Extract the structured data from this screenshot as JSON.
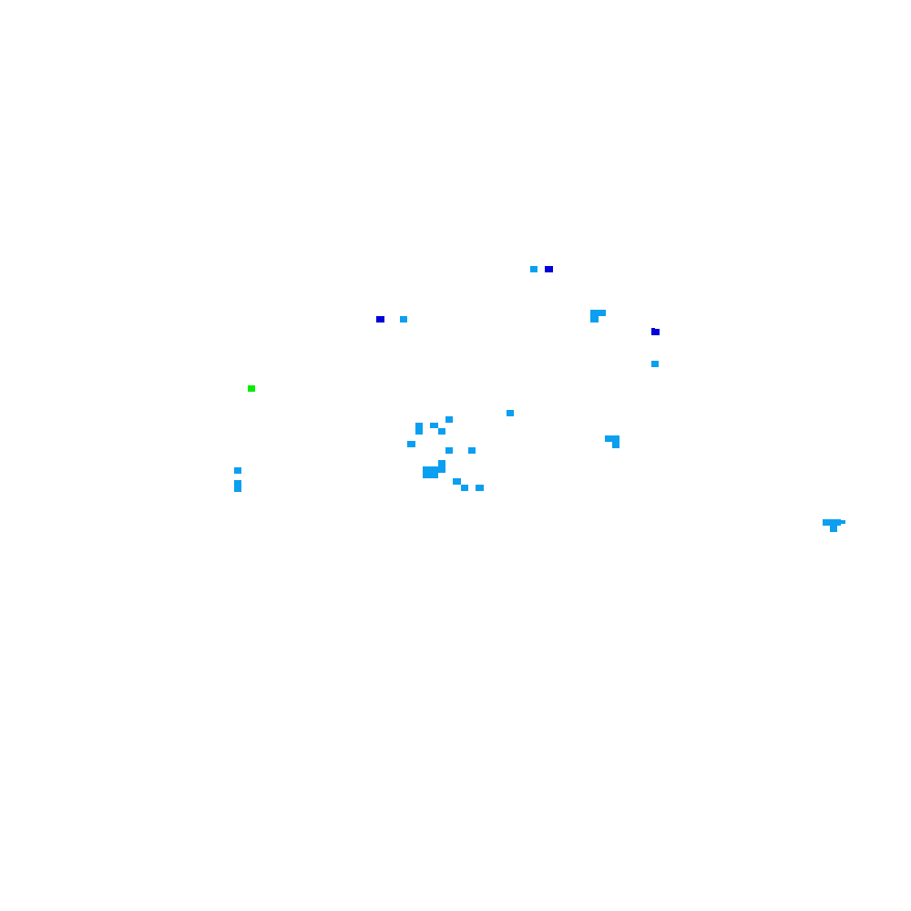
{
  "palette": {
    "background": "#ffffff",
    "light_blue": "#0a9ff0",
    "dark_blue": "#0000d8",
    "blue": "#0a0af0",
    "green": "#00ee00"
  },
  "marks": [
    {
      "name": "cell-light-blue",
      "color": "light_blue"
    },
    {
      "name": "cell-dark-blue",
      "color": "dark_blue"
    },
    {
      "name": "cell-dark-blue",
      "color": "dark_blue"
    },
    {
      "name": "cell-light-blue",
      "color": "light_blue"
    },
    {
      "name": "cell-light-blue",
      "color": "light_blue"
    },
    {
      "name": "cell-light-blue",
      "color": "light_blue"
    },
    {
      "name": "cell-dark-blue",
      "color": "dark_blue"
    },
    {
      "name": "cell-dark-blue",
      "color": "dark_blue"
    },
    {
      "name": "cell-light-blue",
      "color": "light_blue"
    },
    {
      "name": "cell-green",
      "color": "green"
    },
    {
      "name": "cell-light-blue",
      "color": "light_blue"
    },
    {
      "name": "cell-light-blue",
      "color": "light_blue"
    },
    {
      "name": "cell-light-blue",
      "color": "light_blue"
    },
    {
      "name": "cell-light-blue",
      "color": "light_blue"
    },
    {
      "name": "cell-light-blue",
      "color": "light_blue"
    },
    {
      "name": "cell-light-blue",
      "color": "light_blue"
    },
    {
      "name": "cell-light-blue",
      "color": "light_blue"
    },
    {
      "name": "cell-light-blue",
      "color": "light_blue"
    },
    {
      "name": "cell-light-blue",
      "color": "light_blue"
    },
    {
      "name": "cell-light-blue",
      "color": "light_blue"
    },
    {
      "name": "cell-light-blue",
      "color": "light_blue"
    },
    {
      "name": "cell-light-blue",
      "color": "light_blue"
    },
    {
      "name": "cell-light-blue",
      "color": "light_blue"
    },
    {
      "name": "cell-light-blue",
      "color": "light_blue"
    },
    {
      "name": "cell-light-blue",
      "color": "light_blue"
    },
    {
      "name": "cell-light-blue",
      "color": "light_blue"
    },
    {
      "name": "cell-light-blue",
      "color": "light_blue"
    },
    {
      "name": "cell-light-blue",
      "color": "light_blue"
    },
    {
      "name": "cell-light-blue",
      "color": "light_blue"
    },
    {
      "name": "cell-light-blue",
      "color": "light_blue"
    },
    {
      "name": "cell-light-blue",
      "color": "light_blue"
    },
    {
      "name": "cell-light-blue",
      "color": "light_blue"
    },
    {
      "name": "cell-light-blue",
      "color": "light_blue"
    },
    {
      "name": "cell-blue",
      "color": "blue"
    },
    {
      "name": "cell-blue",
      "color": "blue"
    },
    {
      "name": "cell-blue",
      "color": "blue"
    }
  ]
}
